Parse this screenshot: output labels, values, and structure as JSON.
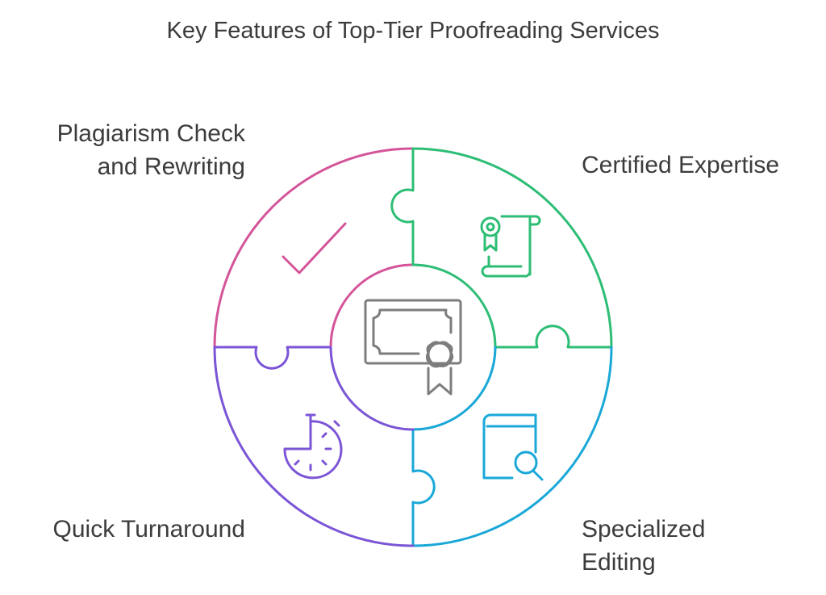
{
  "title": "Key Features of Top-Tier Proofreading Services",
  "features": [
    {
      "label_lines": [
        "Plagiarism Check",
        "and Rewriting"
      ],
      "color": "#d4549a",
      "icon": "checkmark-icon"
    },
    {
      "label_lines": [
        "Certified Expertise"
      ],
      "color": "#2dbd75",
      "icon": "certificate-scroll-icon"
    },
    {
      "label_lines": [
        "Specialized",
        "Editing"
      ],
      "color": "#1aa8d8",
      "icon": "book-search-icon"
    },
    {
      "label_lines": [
        "Quick Turnaround"
      ],
      "color": "#7b55d6",
      "icon": "stopwatch-icon"
    }
  ],
  "center": {
    "icon": "certificate-badge-icon",
    "color": "#7d7d7d"
  }
}
